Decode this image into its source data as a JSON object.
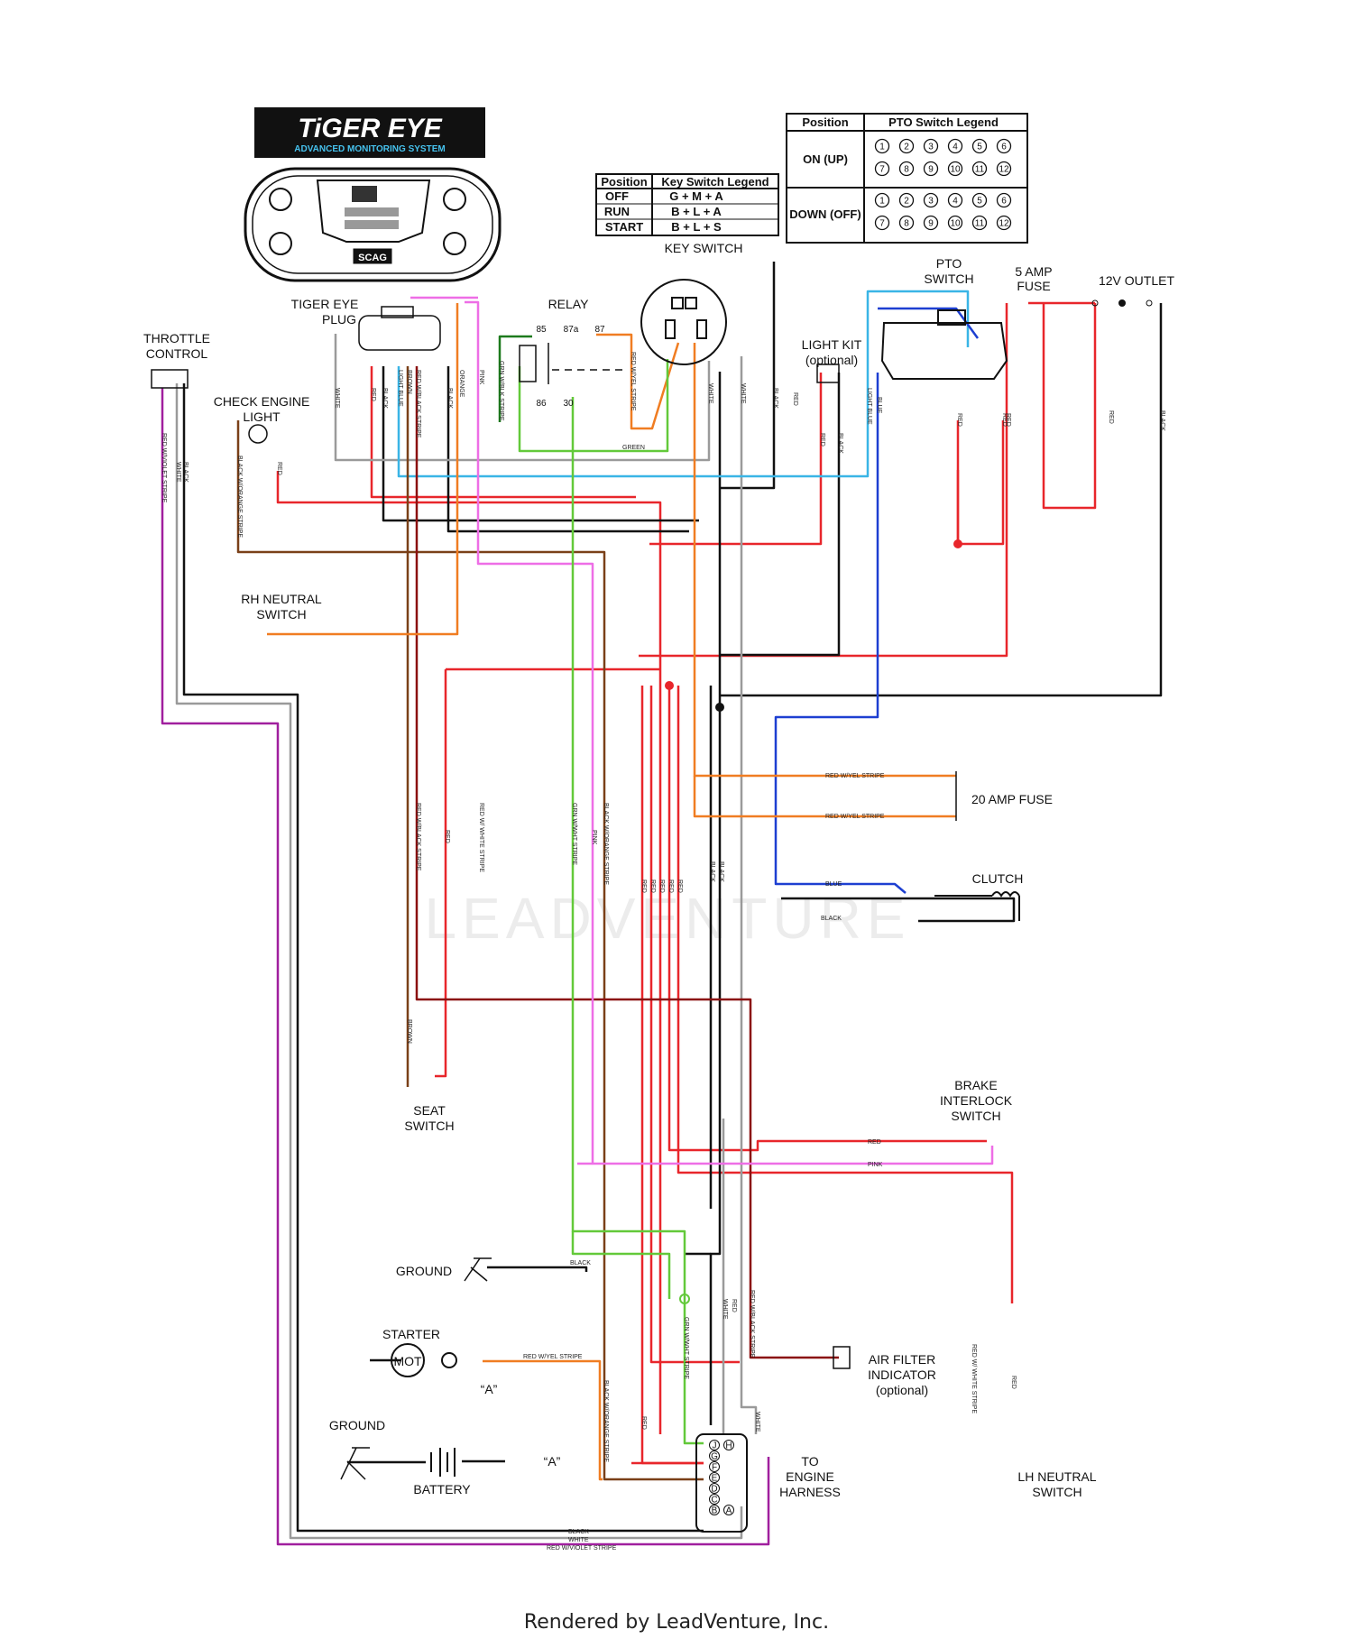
{
  "brand": {
    "logo_line1": "TiGER EYE",
    "logo_line2": "ADVANCED MONITORING SYSTEM",
    "display_badge": "SCAG"
  },
  "pto_legend": {
    "header_position": "Position",
    "header_title": "PTO Switch Legend",
    "rows": [
      {
        "position": "ON (UP)",
        "pins": [
          "1",
          "2",
          "3",
          "4",
          "5",
          "6",
          "7",
          "8",
          "9",
          "10",
          "11",
          "12"
        ]
      },
      {
        "position": "DOWN (OFF)",
        "pins": [
          "1",
          "2",
          "3",
          "4",
          "5",
          "6",
          "7",
          "8",
          "9",
          "10",
          "11",
          "12"
        ]
      }
    ]
  },
  "key_legend": {
    "header_position": "Position",
    "header_title": "Key Switch Legend",
    "rows": [
      {
        "position": "OFF",
        "value": "G + M + A"
      },
      {
        "position": "RUN",
        "value": "B + L + A"
      },
      {
        "position": "START",
        "value": "B + L + S"
      }
    ]
  },
  "components": {
    "key_switch": "KEY SWITCH",
    "tiger_eye_plug_1": "TIGER EYE",
    "tiger_eye_plug_2": "PLUG",
    "relay": "RELAY",
    "relay_85": "85",
    "relay_87a": "87a",
    "relay_87": "87",
    "relay_86": "86",
    "relay_30": "30",
    "throttle_1": "THROTTLE",
    "throttle_2": "CONTROL",
    "check_engine_1": "CHECK ENGINE",
    "check_engine_2": "LIGHT",
    "light_kit_1": "LIGHT KIT",
    "light_kit_2": "(optional)",
    "pto_switch_1": "PTO",
    "pto_switch_2": "SWITCH",
    "fuse5_1": "5 AMP",
    "fuse5_2": "FUSE",
    "outlet": "12V OUTLET",
    "rh_neutral_1": "RH NEUTRAL",
    "rh_neutral_2": "SWITCH",
    "fuse20": "20 AMP FUSE",
    "clutch": "CLUTCH",
    "seat_1": "SEAT",
    "seat_2": "SWITCH",
    "brake_1": "BRAKE",
    "brake_2": "INTERLOCK",
    "brake_3": "SWITCH",
    "ground": "GROUND",
    "starter": "STARTER",
    "motor": "MOT",
    "terminal_a": "“A”",
    "battery": "BATTERY",
    "air_filter_1": "AIR FILTER",
    "air_filter_2": "INDICATOR",
    "air_filter_3": "(optional)",
    "to_engine_1": "TO",
    "to_engine_2": "ENGINE",
    "to_engine_3": "HARNESS",
    "lh_neutral_1": "LH NEUTRAL",
    "lh_neutral_2": "SWITCH"
  },
  "wire_labels": {
    "white": "WHITE",
    "red": "RED",
    "black": "BLACK",
    "light_blue": "LIGHT BLUE",
    "red_black_stripe": "RED W/BLACK STRIPE",
    "brown": "BROWN",
    "orange": "ORANGE",
    "pink": "PINK",
    "grn_blk_stripe": "GRN W/BLK STRIPE",
    "red_yel_stripe": "RED W/YEL STRIPE",
    "green": "GREEN",
    "blue": "BLUE",
    "black_orange_stripe": "BLACK W/ORANGE STRIPE",
    "red_white_stripe": "RED W/ WHITE STRIPE",
    "grn_wht_stripe": "GRN W/WHT STRIPE",
    "red_violet_stripe": "RED W/VIOLET STRIPE",
    "red_wht_stripe_lh": "RED W/ WHITE STRIPE"
  },
  "harness_pins": [
    "J",
    "H",
    "G",
    "F",
    "E",
    "D",
    "C",
    "B",
    "A"
  ],
  "watermark": "LEADVENTURE",
  "footer": "Rendered by LeadVenture, Inc.",
  "colors": {
    "red": "#e8262b",
    "black": "#111111",
    "white_wire": "#9a9a9a",
    "light_blue": "#3ab5e6",
    "blue": "#1d3fd1",
    "orange": "#f07d22",
    "pink": "#ee6ee6",
    "green": "#63c93a",
    "dark_green": "#1d7a1d",
    "brown": "#7a4018",
    "dark_red": "#8b1010",
    "violet": "#a01f9e"
  }
}
